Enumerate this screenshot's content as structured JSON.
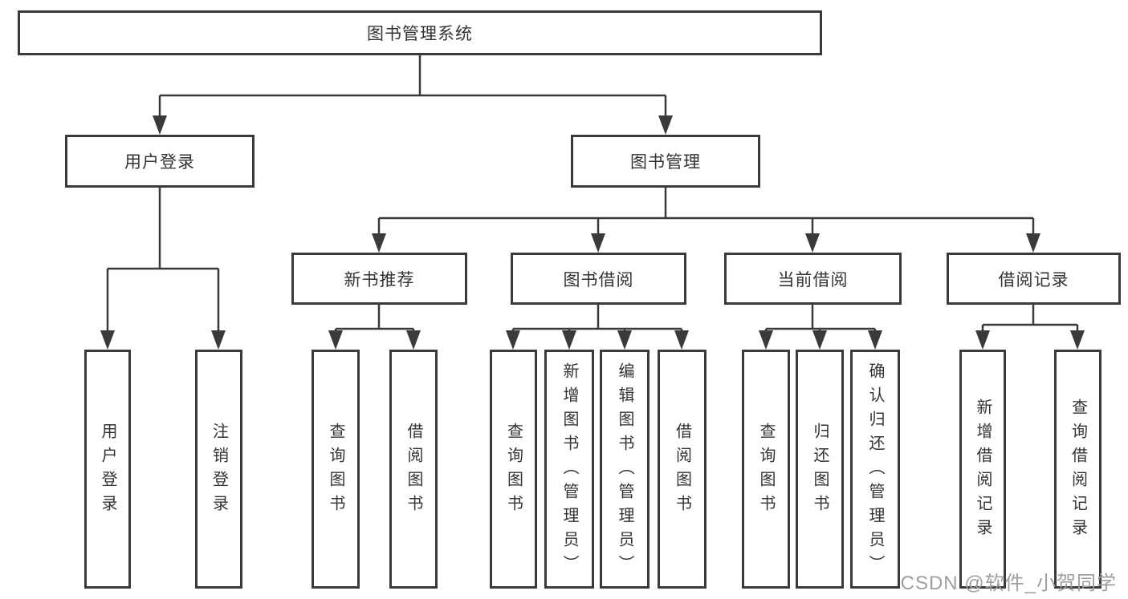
{
  "tree": {
    "label": "图书管理系统",
    "children": [
      {
        "label": "用户登录",
        "children": [
          {
            "label": "用户登录"
          },
          {
            "label": "注销登录"
          }
        ]
      },
      {
        "label": "图书管理",
        "children": [
          {
            "label": "新书推荐",
            "children": [
              {
                "label": "查询图书"
              },
              {
                "label": "借阅图书"
              }
            ]
          },
          {
            "label": "图书借阅",
            "children": [
              {
                "label": "查询图书"
              },
              {
                "label": "新增图书（管理员）"
              },
              {
                "label": "编辑图书（管理员）"
              },
              {
                "label": "借阅图书"
              }
            ]
          },
          {
            "label": "当前借阅",
            "children": [
              {
                "label": "查询图书"
              },
              {
                "label": "归还图书"
              },
              {
                "label": "确认归还（管理员）"
              }
            ]
          },
          {
            "label": "借阅记录",
            "children": [
              {
                "label": "新增借阅记录"
              },
              {
                "label": "查询借阅记录"
              }
            ]
          }
        ]
      }
    ]
  },
  "watermark": {
    "text": "CSDN @软件_小贺同学"
  },
  "colors": {
    "line": "#3a3a3a",
    "box_border": "#3a3a3a",
    "text": "#333333",
    "watermark": "#9e9e9e",
    "background": "#ffffff"
  }
}
